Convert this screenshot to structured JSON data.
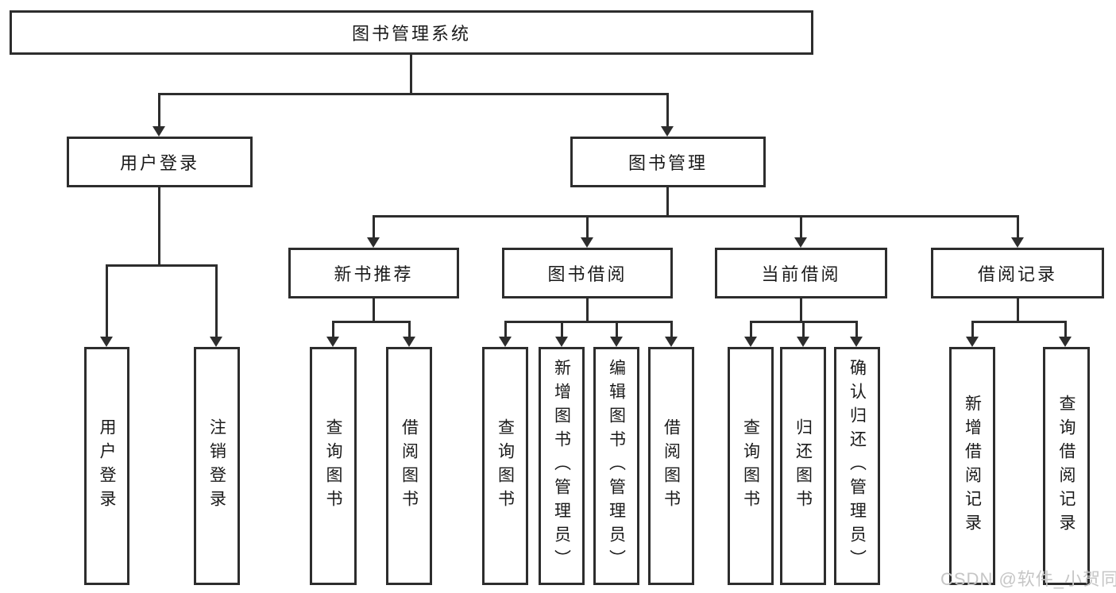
{
  "tree": {
    "label": "图书管理系统",
    "children": [
      {
        "label": "用户登录",
        "children": [
          {
            "label": "用户登录"
          },
          {
            "label": "注销登录"
          }
        ]
      },
      {
        "label": "图书管理",
        "children": [
          {
            "label": "新书推荐",
            "children": [
              {
                "label": "查询图书"
              },
              {
                "label": "借阅图书"
              }
            ]
          },
          {
            "label": "图书借阅",
            "children": [
              {
                "label": "查询图书"
              },
              {
                "label": "新增图书（管理员）"
              },
              {
                "label": "编辑图书（管理员）"
              },
              {
                "label": "借阅图书"
              }
            ]
          },
          {
            "label": "当前借阅",
            "children": [
              {
                "label": "查询图书"
              },
              {
                "label": "归还图书"
              },
              {
                "label": "确认归还（管理员）"
              }
            ]
          },
          {
            "label": "借阅记录",
            "children": [
              {
                "label": "新增借阅记录"
              },
              {
                "label": "查询借阅记录"
              }
            ]
          }
        ]
      }
    ]
  },
  "watermark": "CSDN @软件_小贺同学",
  "colors": {
    "line": "#2d2d2d",
    "box_border": "#2d2d2d",
    "text": "#1a1a1a",
    "watermark": "#c6c6c6",
    "background": "#ffffff"
  }
}
